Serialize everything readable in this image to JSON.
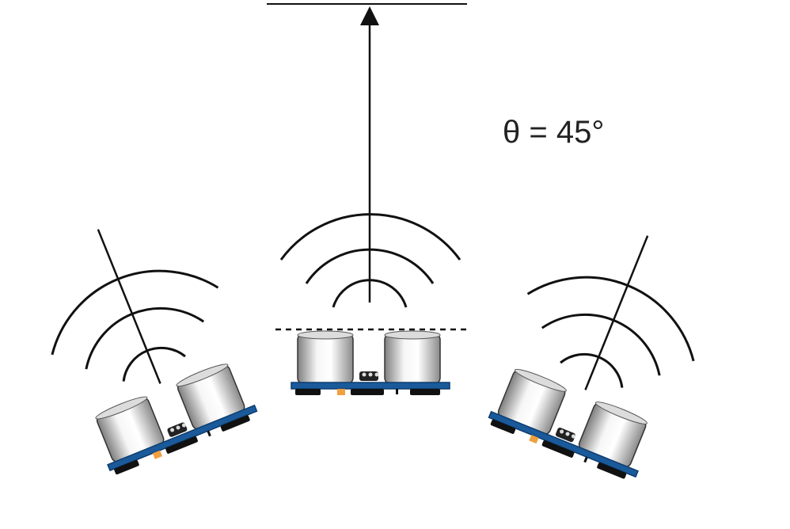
{
  "angle_label": "θ = 45°",
  "colors": {
    "line": "#111111",
    "board": "#1a5a9a",
    "board_edge": "#0d3c6e",
    "sensor_light": "#f4f4f4",
    "sensor_dark": "#8a8a8a",
    "header": "#111111",
    "pad": "#f0a040"
  },
  "sensors": [
    {
      "id": "left",
      "rotation_deg": -22
    },
    {
      "id": "center",
      "rotation_deg": 0
    },
    {
      "id": "right",
      "rotation_deg": 22
    }
  ]
}
